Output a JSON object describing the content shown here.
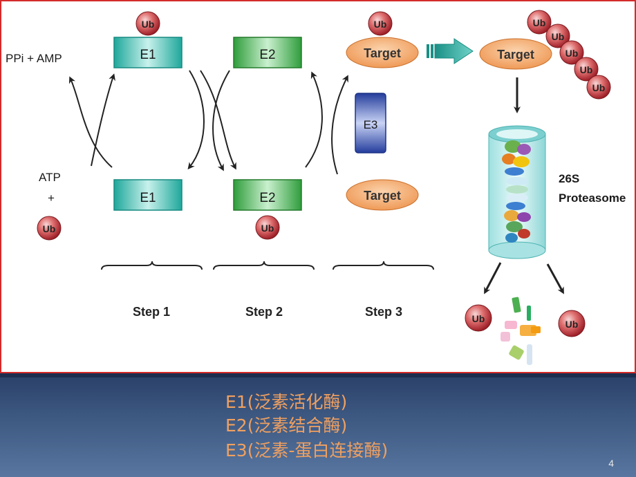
{
  "diagram": {
    "ub_label": "Ub",
    "enzymes": {
      "e1": "E1",
      "e2": "E2",
      "e3": "E3"
    },
    "target_label": "Target",
    "reactants": {
      "ppi_amp": "PPi + AMP",
      "atp": "ATP",
      "plus": "+"
    },
    "steps": [
      "Step 1",
      "Step 2",
      "Step 3"
    ],
    "proteasome": {
      "line1": "26S",
      "line2": "Proteasome"
    }
  },
  "caption": {
    "lines": [
      "E1(泛素活化酶)",
      "E2(泛素结合酶)",
      "E3(泛素-蛋白连接酶)"
    ]
  },
  "slide_number": "4",
  "colors": {
    "frame_border": "#d42a2a",
    "ub_red": "#b52a32",
    "e1_teal": "#2bb5a8",
    "e2_green": "#3fae4a",
    "e3_blue": "#2f4aa8",
    "target_orange": "#f3a96a",
    "caption_text": "#f0a060",
    "caption_bg": "#3e5a83"
  }
}
